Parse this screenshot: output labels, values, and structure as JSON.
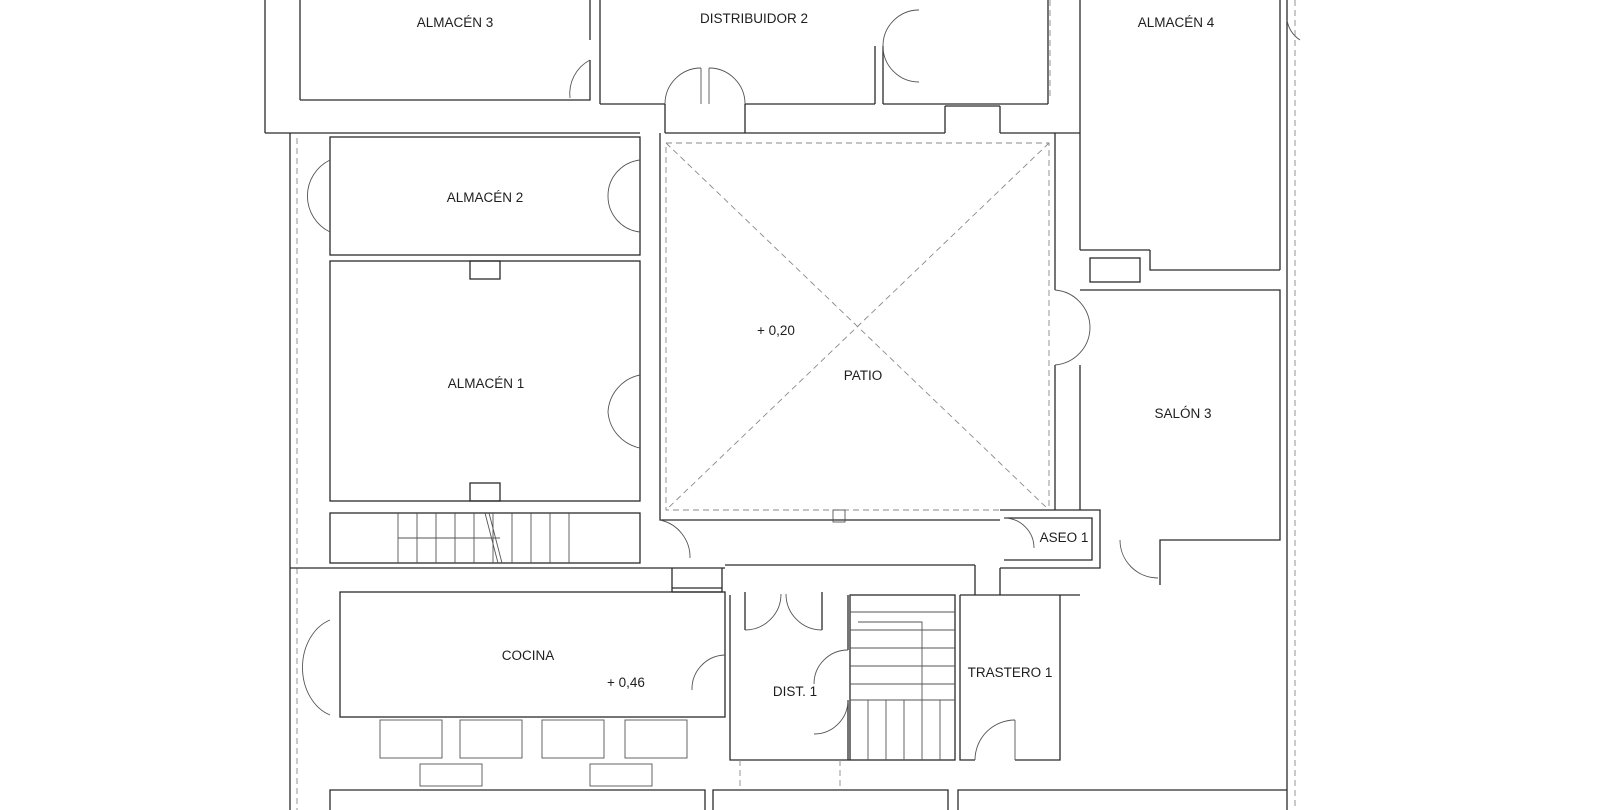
{
  "rooms": {
    "almacen_3": "ALMACÉN 3",
    "distribuidor_2": "DISTRIBUIDOR 2",
    "almacen_4": "ALMACÉN 4",
    "almacen_2": "ALMACÉN 2",
    "almacen_1": "ALMACÉN 1",
    "patio": "PATIO",
    "salon_3": "SALÓN 3",
    "aseo_1": "ASEO 1",
    "cocina": "COCINA",
    "dist_1": "DIST. 1",
    "trastero_1": "TRASTERO 1"
  },
  "levels": {
    "patio": "+ 0,20",
    "cocina": "+ 0,46"
  }
}
